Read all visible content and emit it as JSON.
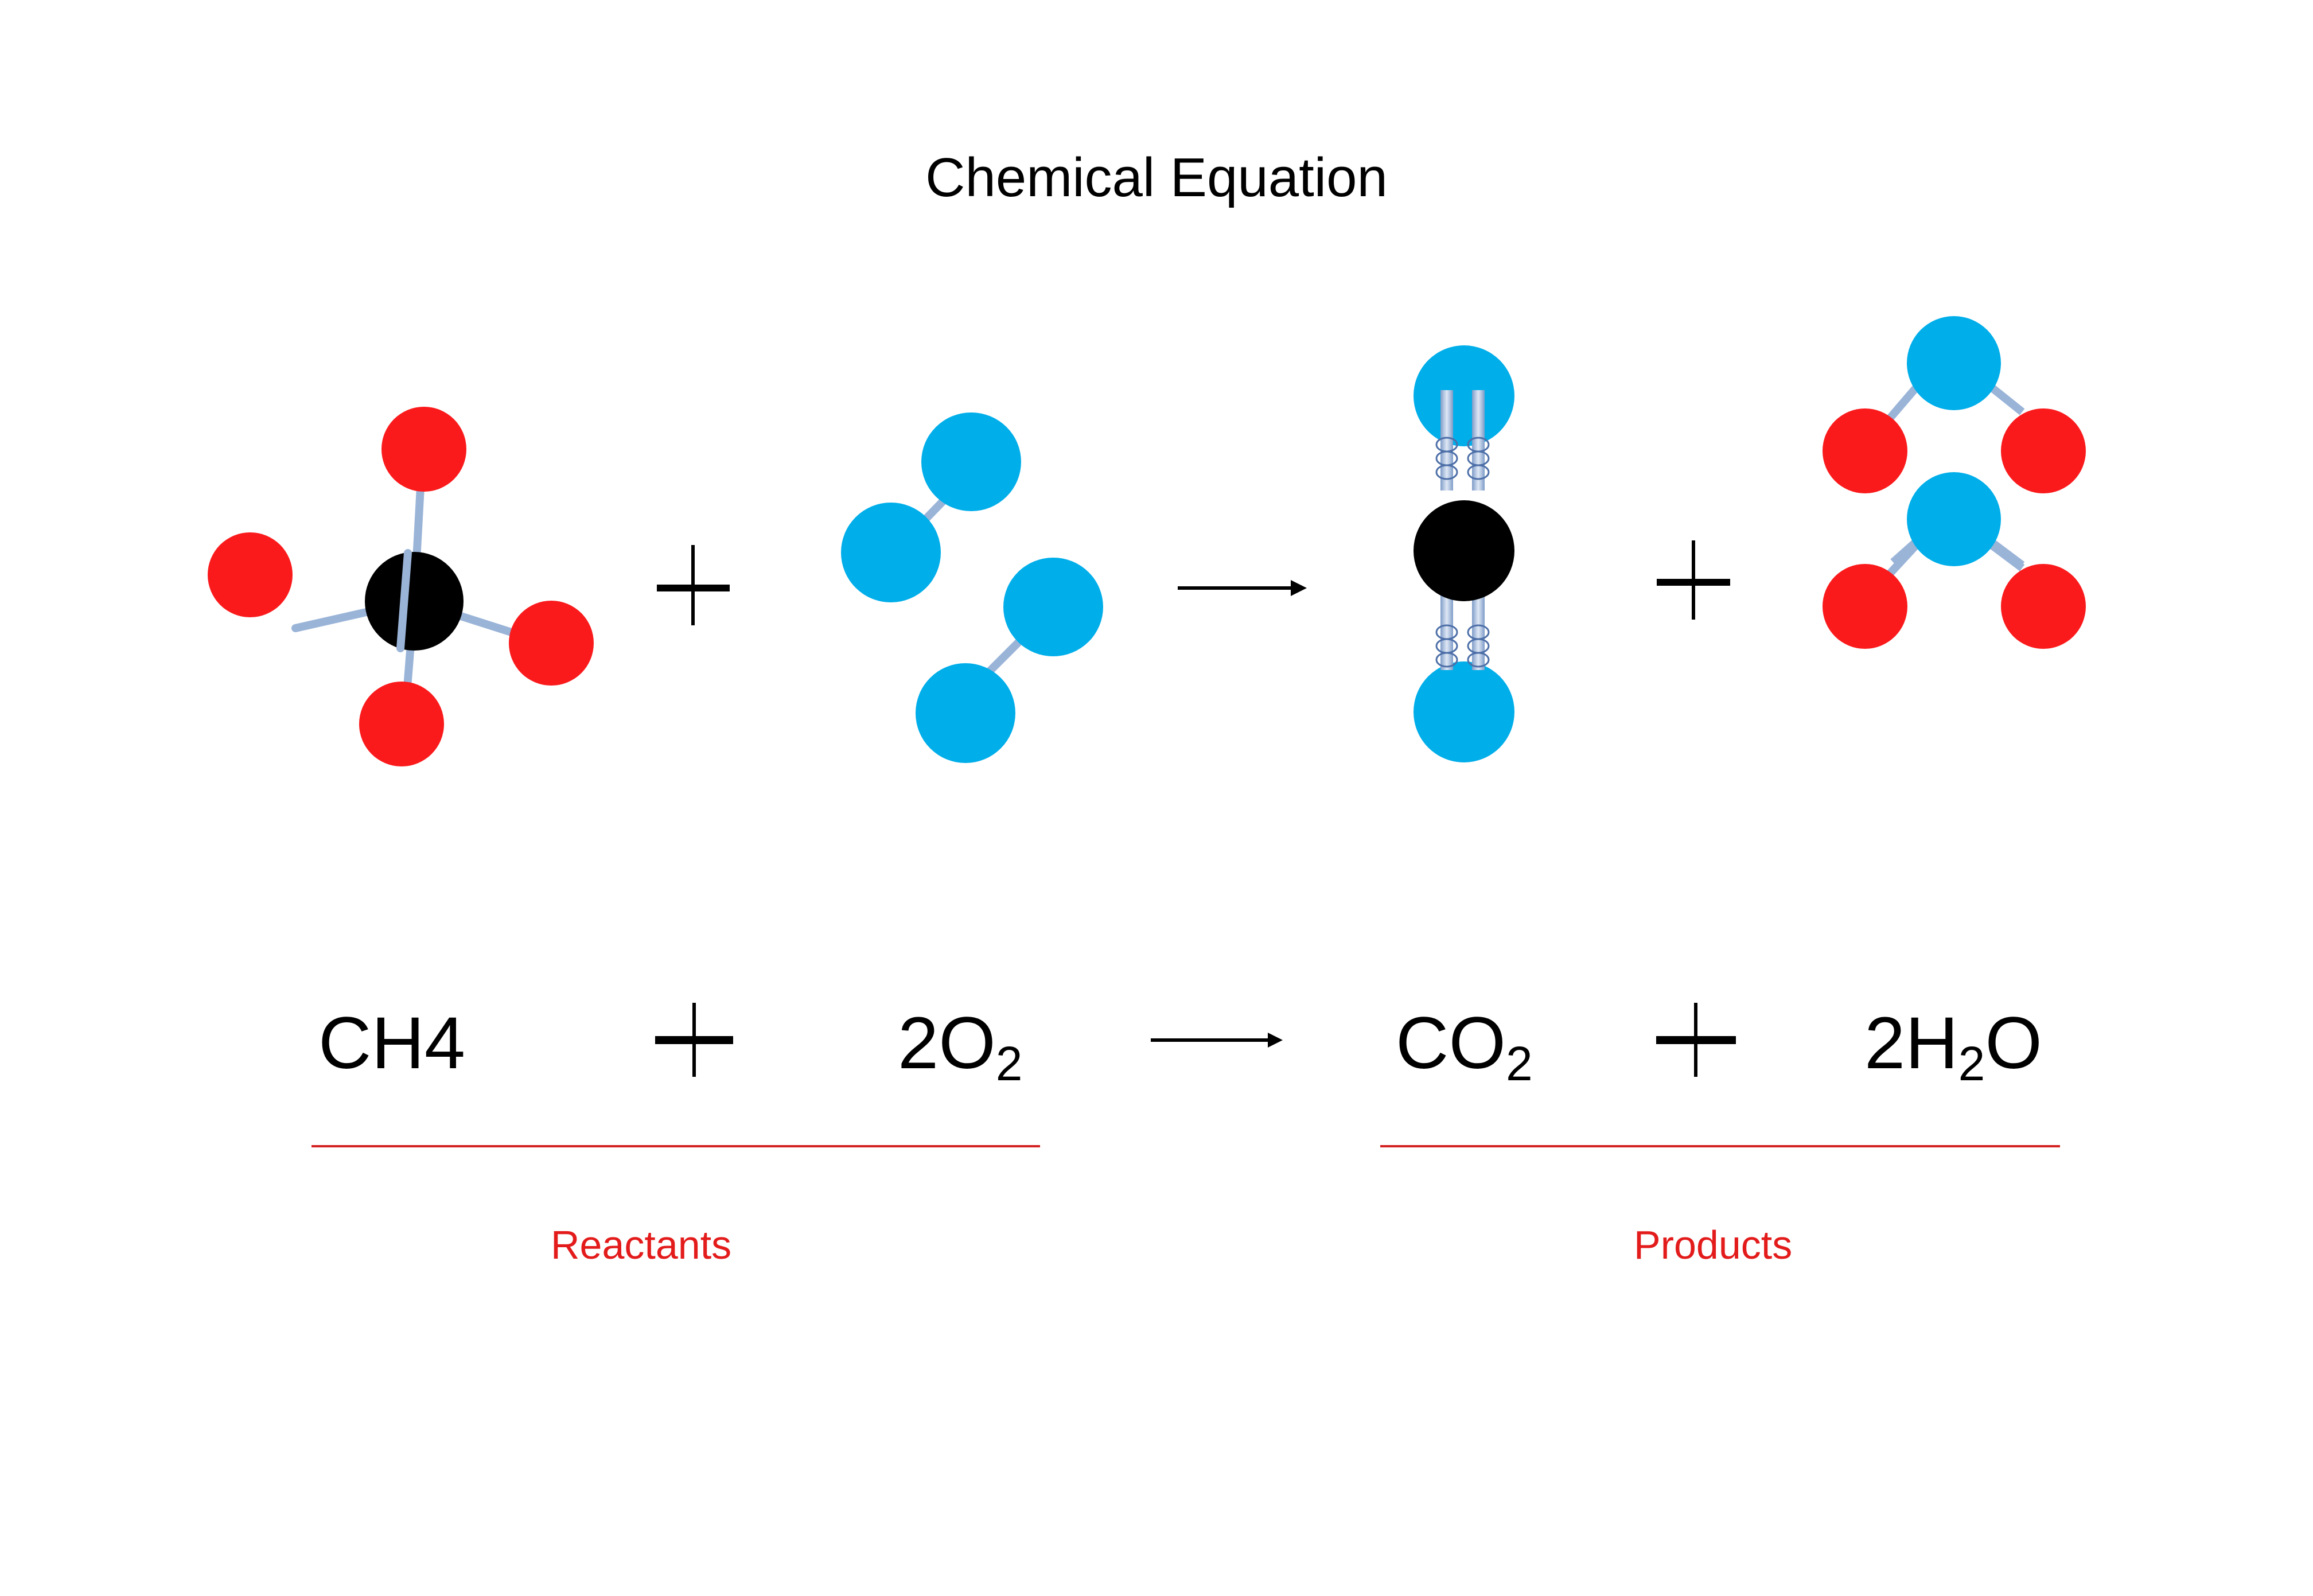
{
  "title": "Chemical Equation",
  "colors": {
    "carbon": "#000000",
    "hydrogen_red": "#fa1a1c",
    "oxygen_blue": "#00aeea",
    "bond": "#9ab4d8",
    "group_line": "#d42020",
    "group_label": "#e31b1b"
  },
  "equation": {
    "reactant_1": {
      "coef": "",
      "symbol": "CH4",
      "sub": ""
    },
    "plus_1": "+",
    "reactant_2": {
      "coef": "2",
      "symbol": "O",
      "sub": "2"
    },
    "arrow": "→",
    "product_1": {
      "prefix": "CO",
      "sub": "2",
      "suffix": ""
    },
    "plus_2": "+",
    "product_2": {
      "prefix": "2H",
      "sub": "2",
      "suffix": "O"
    }
  },
  "groups": {
    "reactants": "Reactants",
    "products": "Products"
  },
  "molecules": [
    {
      "name": "methane",
      "atoms": [
        "carbon",
        "hydrogen",
        "hydrogen",
        "hydrogen",
        "hydrogen"
      ]
    },
    {
      "name": "oxygen-pair",
      "count": 2,
      "atoms": [
        "oxygen",
        "oxygen"
      ]
    },
    {
      "name": "carbon-dioxide",
      "atoms": [
        "oxygen",
        "carbon",
        "oxygen"
      ],
      "bonds": "double"
    },
    {
      "name": "water",
      "count": 2,
      "atoms": [
        "oxygen",
        "hydrogen",
        "hydrogen"
      ]
    }
  ]
}
